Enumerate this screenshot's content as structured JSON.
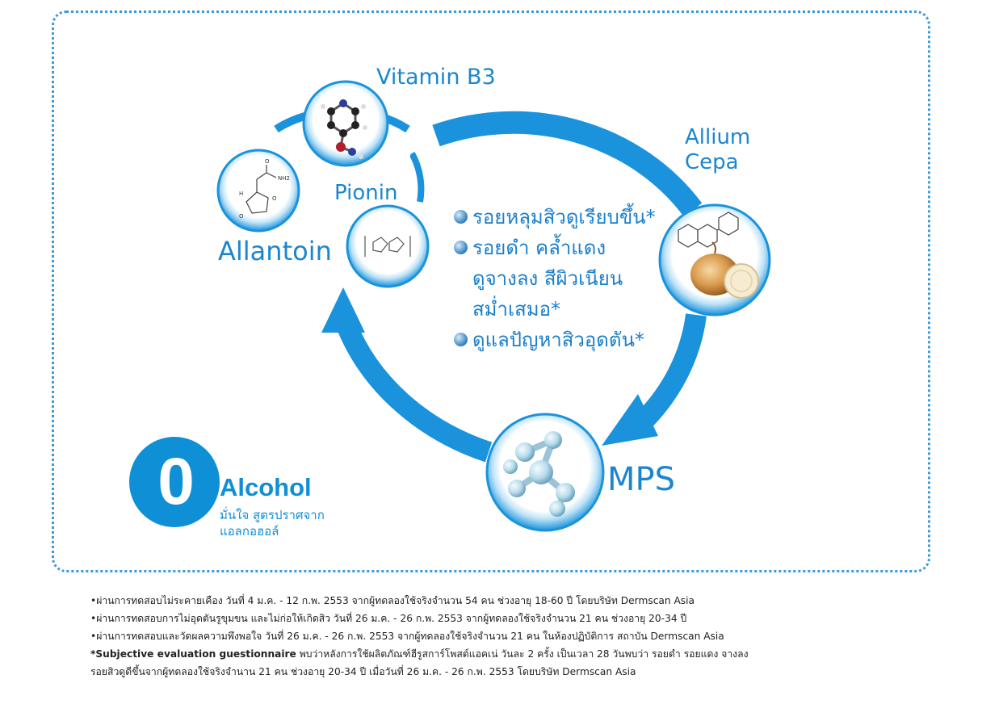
{
  "labels": {
    "vitamin_b3": "Vitamin B3",
    "allium_cepa": "Allium Cepa",
    "pionin": "Pionin",
    "allantoin": "Allantoin",
    "mps": "MPS"
  },
  "benefits": [
    {
      "text": "รอยหลุมสิวดูเรียบขึ้น*",
      "bullet": true
    },
    {
      "text": "รอยดำ คล้ำแดง",
      "bullet": true
    },
    {
      "text": "ดูจางลง สีผิวเนียน",
      "bullet": false
    },
    {
      "text": "สม่ำเสมอ*",
      "bullet": false
    },
    {
      "text": "ดูแลปัญหาสิวอุดตัน*",
      "bullet": true
    }
  ],
  "alcohol": {
    "number": "0",
    "percent": "%",
    "word": "Alcohol",
    "sub1": "มั่นใจ สูตรปราศจาก",
    "sub2": "แอลกอฮอล์"
  },
  "notes": [
    "•ผ่านการทดสอบไม่ระคายเคือง วันที่ 4 ม.ค. - 12 ก.พ. 2553 จากผู้ทดลองใช้จริงจำนวน 54 คน ช่วงอายุ 18-60 ปี โดยบริษัท Dermscan Asia",
    "•ผ่านการทดสอบการไม่อุดตันรูขุมขน และไม่ก่อให้เกิดสิว วันที่ 26 ม.ค. - 26 ก.พ. 2553 จากผู้ทดลองใช้จริงจำนวน 21 คน ช่วงอายุ 20-34 ปี",
    "•ผ่านการทดสอบและวัดผลความพึงพอใจ วันที่ 26 ม.ค. - 26 ก.พ. 2553 จากผู้ทดลองใช้จริงจำนวน 21 คน ในห้องปฏิบัติการ สถาบัน Dermscan Asia"
  ],
  "note4": {
    "bold": "*Subjective evaluation guestionnaire",
    "rest": " พบว่าหลังการใช้ผลิตภัณฑ์ฮีรูสการ์โพสต์แอคเน่ วันละ 2 ครั้ง เป็นเวลา 28 วันพบว่า รอยดำ รอยแดง จางลง",
    "line2": " รอยสิวดูดีขึ้นจากผู้ทดลองใช้จริงจำนาน 21 คน ช่วงอายุ 20-34 ปี เมื่อวันที่ 26 ม.ค. - 26 ก.พ. 2553 โดยบริษัท Dermscan Asia"
  },
  "colors": {
    "brand_blue": "#1b86cf",
    "arrow_blue": "#1a93dc"
  }
}
